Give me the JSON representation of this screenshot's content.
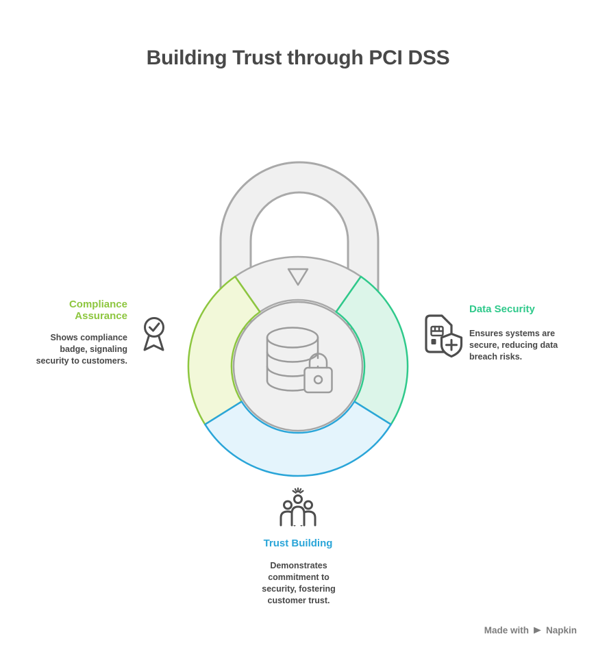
{
  "title": "Building Trust through PCI DSS",
  "colors": {
    "compliance_accent": "#8dc63f",
    "compliance_fill": "#f2f8d9",
    "data_security_accent": "#2fc98b",
    "data_security_fill": "#dcf5e9",
    "trust_accent": "#2aa5d8",
    "trust_fill": "#e4f4fc",
    "lock_gray_fill": "#f0f0f0",
    "lock_gray_stroke": "#a9a9a9",
    "text_dark": "#4a4a4a"
  },
  "sections": {
    "compliance": {
      "heading": "Compliance Assurance",
      "body": "Shows compliance badge, signaling security to customers.",
      "icon": "certificate-badge-icon"
    },
    "data_security": {
      "heading": "Data Security",
      "body": "Ensures systems are secure, reducing data breach risks.",
      "icon": "sim-card-shield-icon"
    },
    "trust_building": {
      "heading": "Trust Building",
      "body": "Demonstrates commitment to security, fostering customer trust.",
      "icon": "team-celebration-icon"
    }
  },
  "center": {
    "icon": "database-lock-icon"
  },
  "footer": {
    "made_with": "Made with",
    "brand": "Napkin"
  }
}
